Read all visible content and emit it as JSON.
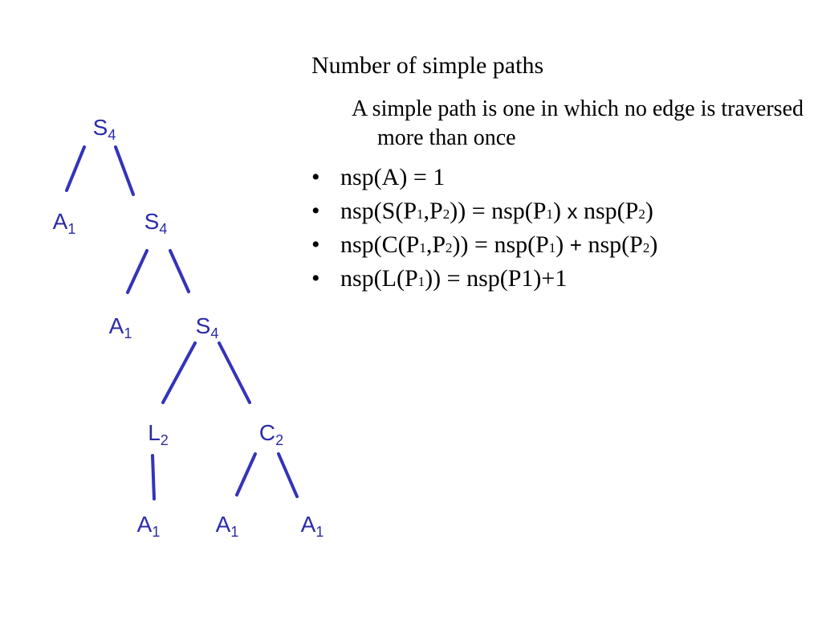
{
  "diagram": {
    "colors": {
      "edge": "#3333bb",
      "label": "#2b2ba8"
    },
    "nodes": [
      {
        "id": "n1",
        "letter": "S",
        "sub": "4"
      },
      {
        "id": "n2",
        "letter": "A",
        "sub": "1"
      },
      {
        "id": "n3",
        "letter": "S",
        "sub": "4"
      },
      {
        "id": "n4",
        "letter": "A",
        "sub": "1"
      },
      {
        "id": "n5",
        "letter": "S",
        "sub": "4"
      },
      {
        "id": "n6",
        "letter": "L",
        "sub": "2"
      },
      {
        "id": "n7",
        "letter": "C",
        "sub": "2"
      },
      {
        "id": "n8",
        "letter": "A",
        "sub": "1"
      },
      {
        "id": "n9",
        "letter": "A",
        "sub": "1"
      },
      {
        "id": "n10",
        "letter": "A",
        "sub": "1"
      }
    ],
    "edges": [
      {
        "from": "n1",
        "to": "n2"
      },
      {
        "from": "n1",
        "to": "n3"
      },
      {
        "from": "n3",
        "to": "n4"
      },
      {
        "from": "n3",
        "to": "n5"
      },
      {
        "from": "n5",
        "to": "n6"
      },
      {
        "from": "n5",
        "to": "n7"
      },
      {
        "from": "n6",
        "to": "n8"
      },
      {
        "from": "n7",
        "to": "n9"
      },
      {
        "from": "n7",
        "to": "n10"
      }
    ]
  },
  "text": {
    "heading": "Number of simple paths",
    "definition": "A simple path is one in which no edge is traversed more than once",
    "bullet_symbol": "•",
    "bullets": [
      {
        "segments": [
          "nsp(A) = 1"
        ]
      },
      {
        "segments": [
          "nsp(S(P",
          "1",
          ",P",
          "2",
          ")) = nsp(P",
          "1",
          ") ",
          "x",
          " nsp(P",
          "2",
          ")"
        ]
      },
      {
        "segments": [
          "nsp(C(P",
          "1",
          ",P",
          "2",
          ")) = nsp(P",
          "1",
          ") ",
          "+",
          " nsp(P",
          "2",
          ")"
        ]
      },
      {
        "segments": [
          "nsp(L(P",
          "1",
          ")) = nsp(P1)+1"
        ]
      }
    ]
  }
}
